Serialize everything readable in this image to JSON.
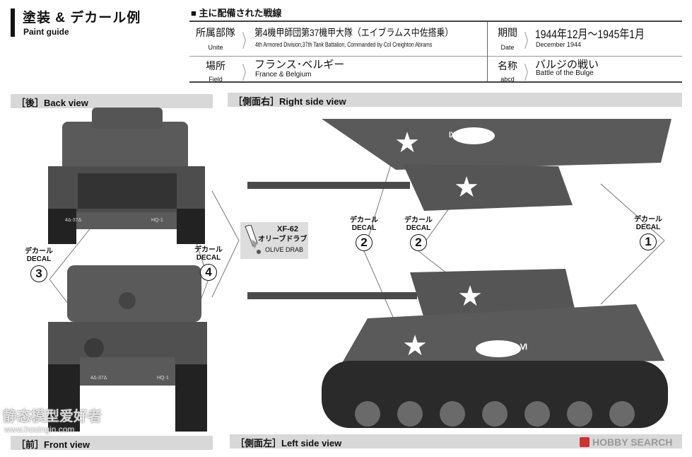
{
  "header": {
    "title": "塗装 & デカール例",
    "subtitle": "Paint guide"
  },
  "info": {
    "heading": "■ 主に配備された戦線",
    "rows": [
      {
        "label_jp": "所属部隊",
        "label_en": "Unite",
        "value_jp": "第4機甲師団第37機甲大隊（エイブラムス中佐搭乗）",
        "value_en": "4th Armored Division,37th Tank Battalion, Commanded by Col Creighton Abrams"
      },
      {
        "label_jp": "期間",
        "label_en": "Date",
        "value_jp": "1944年12月～1945年1月",
        "value_en": "December 1944"
      },
      {
        "label_jp": "場所",
        "label_en": "Field",
        "value_jp": "フランス･ベルギー",
        "value_en": "France & Belgium"
      },
      {
        "label_jp": "名称",
        "label_en": "abcd",
        "value_jp": "バルジの戦い",
        "value_en": "Battle of the Bulge"
      }
    ]
  },
  "sections": {
    "back": "［後］Back view",
    "right": "［側面右］Right side view",
    "front": "［前］Front view",
    "left": "［側面左］Left side view"
  },
  "paint": {
    "code": "XF-62",
    "name_jp": "オリーブドラブ",
    "name_en": "OLIVE DRAB"
  },
  "decals": [
    {
      "jp": "デカール",
      "en": "DECAL",
      "num": "3"
    },
    {
      "jp": "デカール",
      "en": "DECAL",
      "num": "4"
    },
    {
      "jp": "デカール",
      "en": "DECAL",
      "num": "2"
    },
    {
      "jp": "デカール",
      "en": "DECAL",
      "num": "2"
    },
    {
      "jp": "デカール",
      "en": "DECAL",
      "num": "1"
    }
  ],
  "markings": {
    "unit": "4Δ-37Δ",
    "hq": "HQ-1",
    "side_right": "Ⅸ",
    "side_left": "Ⅵ"
  },
  "watermarks": {
    "left": "静态模型爱好者",
    "left_url": "www.hoxingin.com",
    "right": "HOBBY SEARCH"
  },
  "colors": {
    "olive": "#5a5a5a",
    "track": "#222222",
    "section_bg": "#d8d8d8"
  }
}
